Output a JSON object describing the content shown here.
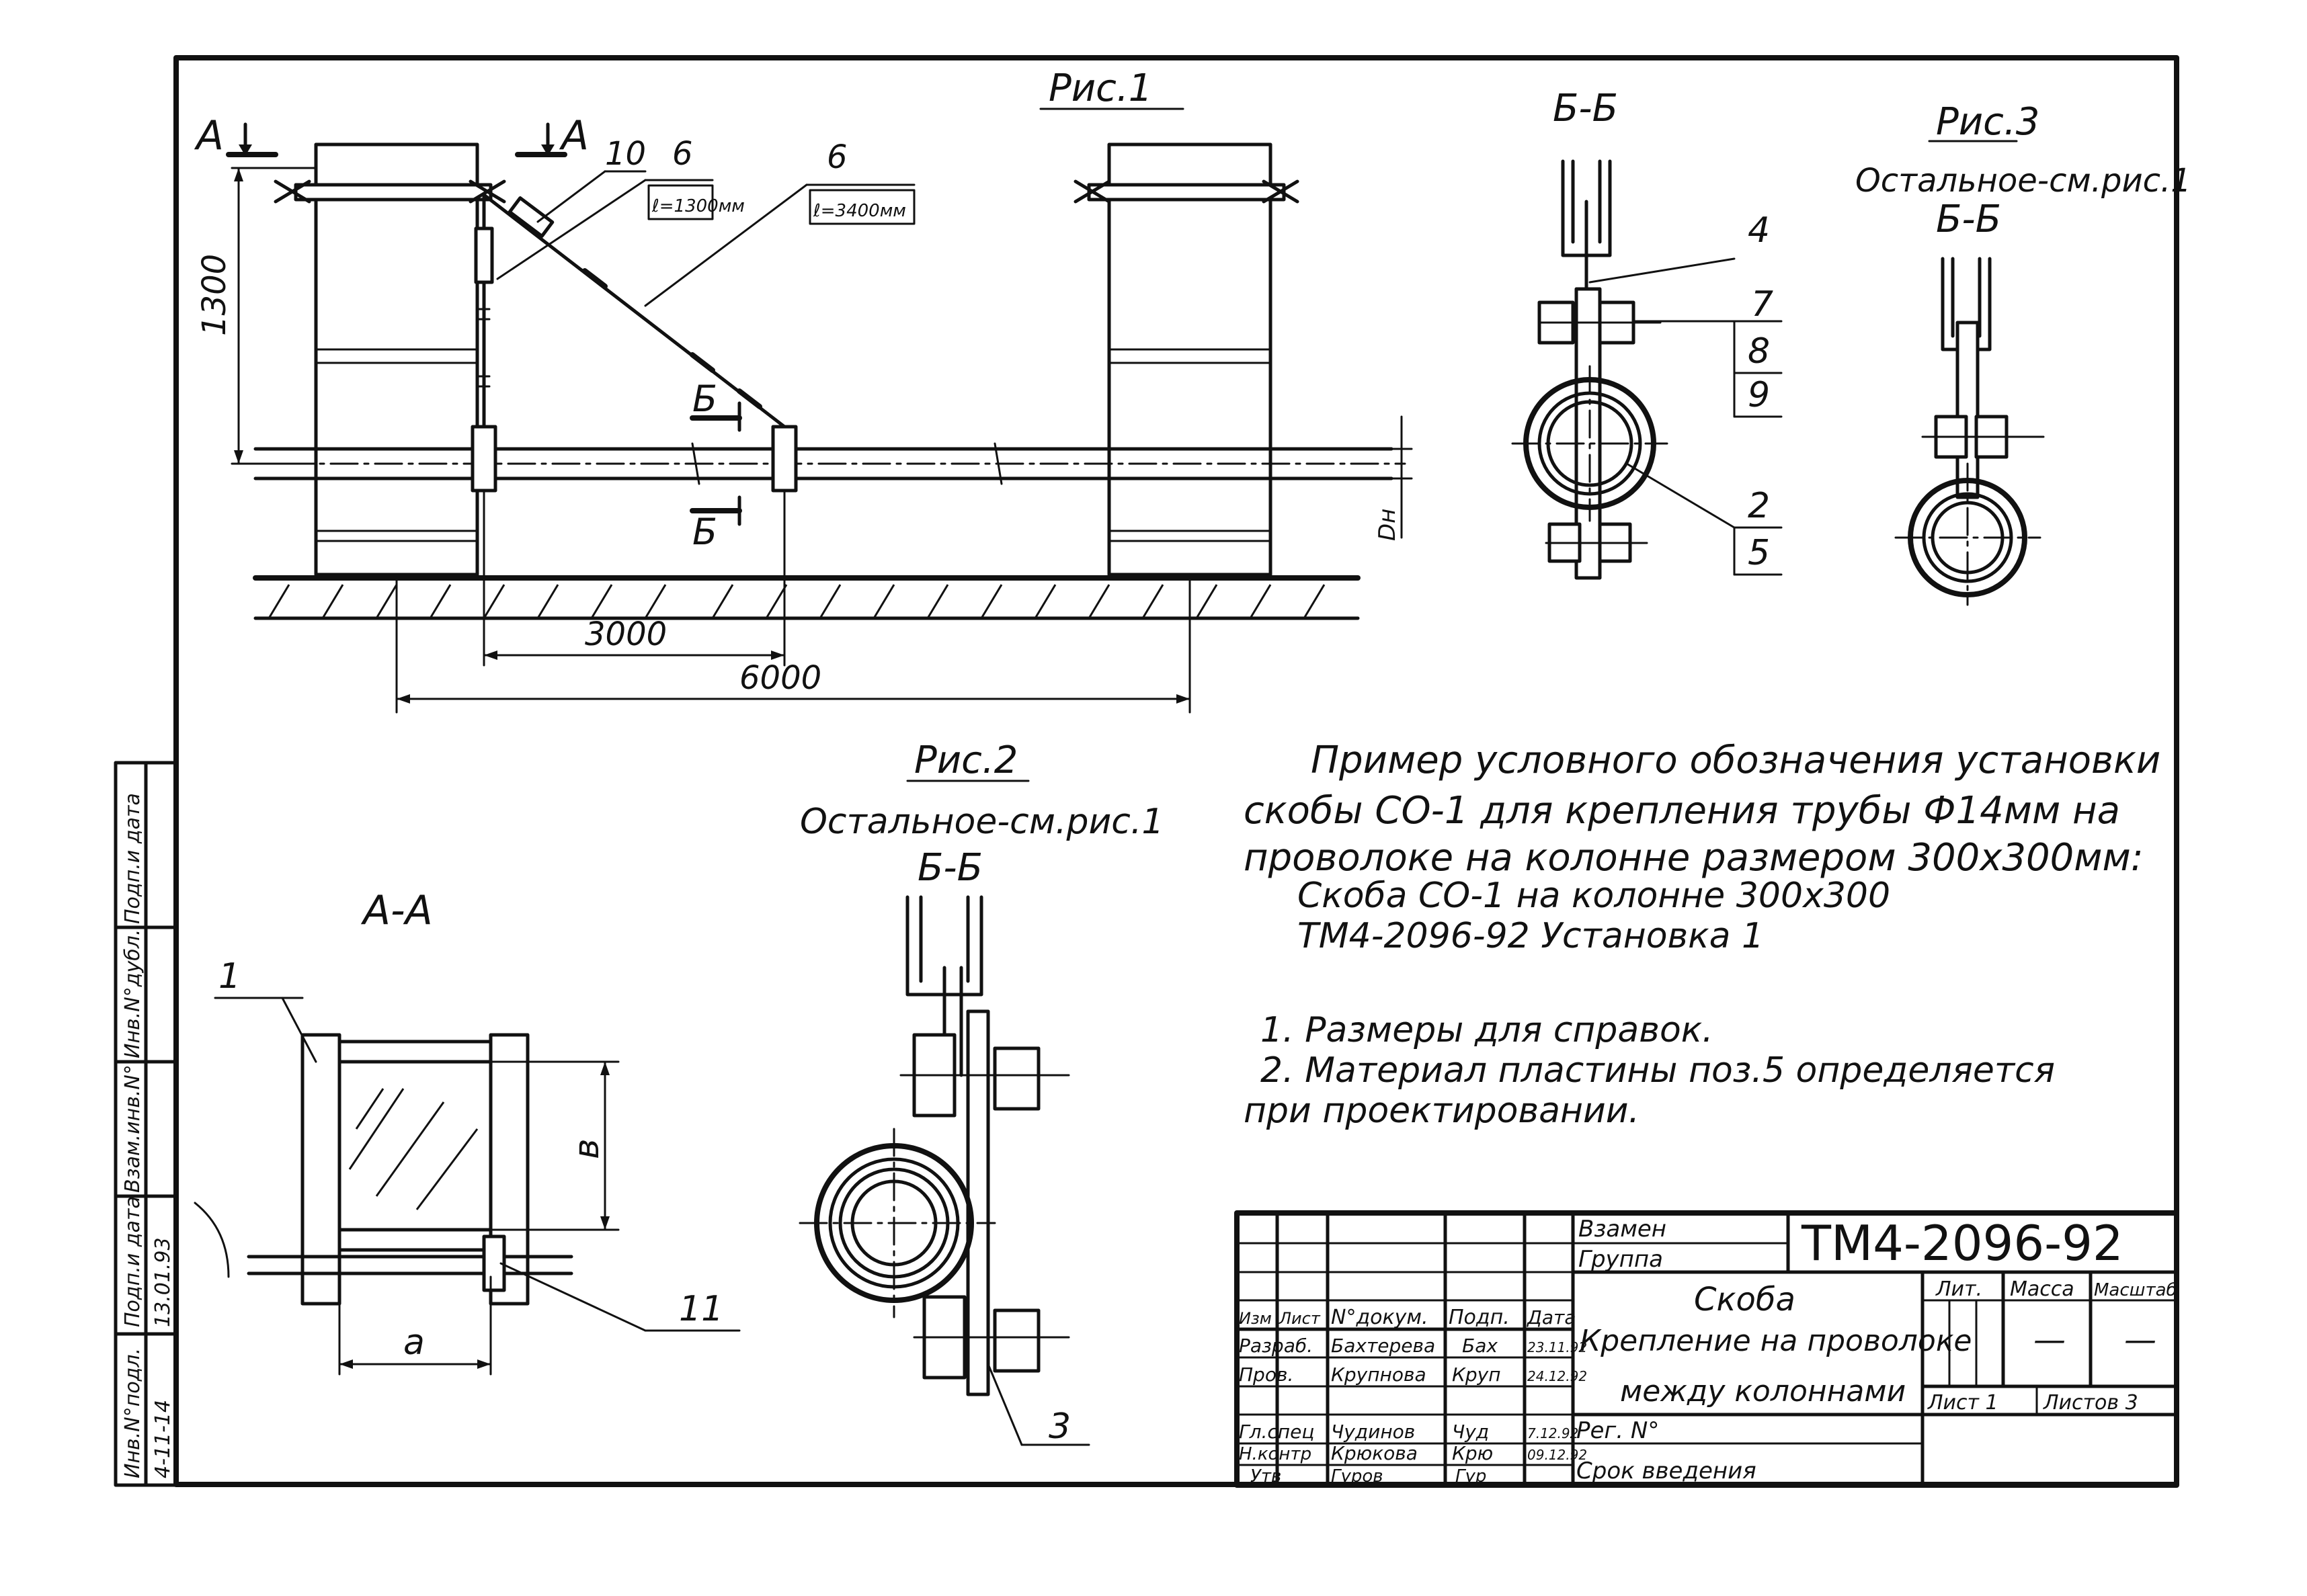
{
  "figures": {
    "fig1": "Рис.1",
    "fig2": "Рис.2",
    "fig3": "Рис.3",
    "rest_fig1_2": "Остальное-см.рис.1",
    "rest_fig1_3": "Остальное-см.рис.1",
    "section_bb_1": "Б-Б",
    "section_bb_2": "Б-Б",
    "section_bb_3": "Б-Б",
    "section_aa": "А-А"
  },
  "fig1_labels": {
    "cut_a_left": "А",
    "cut_a_right": "А",
    "cut_b_top": "Б",
    "cut_b_bottom": "Б",
    "pos10": "10",
    "pos6a": "6",
    "pos6b": "6",
    "len_a": "ℓ=1300мм",
    "len_b": "ℓ=3400мм",
    "dim_1300": "1300",
    "dim_3000": "3000",
    "dim_6000": "6000",
    "dim_dn": "Dн"
  },
  "bb_labels": {
    "p4": "4",
    "p7": "7",
    "p8": "8",
    "p9": "9",
    "p2": "2",
    "p5": "5",
    "p3": "3"
  },
  "aa_labels": {
    "p1": "1",
    "p11": "11",
    "dim_b": "в",
    "dim_a": "а"
  },
  "example": {
    "line1": "Пример условного обозначения установки",
    "line2": "скобы СО-1 для крепления трубы Ф14мм на",
    "line3": "проволоке на колонне размером 300х300мм:",
    "line4": "Скоба СО-1 на колонне 300х300",
    "line5": "ТМ4-2096-92 Установка 1"
  },
  "notes": {
    "n1": "1. Размеры для справок.",
    "n2": "2. Материал пластины поз.5 определяется",
    "n3": "при проектировании."
  },
  "side_stamp": {
    "c1": "Инв.N°подл.",
    "c2": "Подп.и дата",
    "c3": "Взам.инв.N°",
    "c4": "Инв.N°дубл.",
    "c5": "Подп.и дата",
    "v1": "4-11-14",
    "v2": "13.01.93"
  },
  "title_block": {
    "vzamen": "Взамен",
    "gruppa": "Группа",
    "doc_number": "ТМ4-2096-92",
    "name1": "Скоба",
    "name2": "Крепление на проволоке",
    "name3": "между колоннами",
    "h_izm": "Изм",
    "h_list": "Лист",
    "h_ndok": "N°докум.",
    "h_podp": "Подп.",
    "h_data": "Дата",
    "r1_role": "Разраб.",
    "r1_name": "Бахтерева",
    "r1_sign": "Бах",
    "r1_date": "23.11.92",
    "r2_role": "Пров.",
    "r2_name": "Крупнова",
    "r2_sign": "Круп",
    "r2_date": "24.12.92",
    "r3_role": "Гл.спец",
    "r3_name": "Чудинов",
    "r3_sign": "Чуд",
    "r3_date": "7.12.92",
    "r4_role": "Н.контр",
    "r4_name": "Крюкова",
    "r4_sign": "Крю",
    "r4_date": "09.12.92",
    "r5_role": "Утв",
    "r5_name": "Гуров",
    "r5_sign": "Гур",
    "reg": "Рег. N°",
    "srok": "Срок введения",
    "lit": "Лит.",
    "massa": "Масса",
    "masshtab": "Масштаб",
    "mass_val": "—",
    "scale_val": "—",
    "sheet": "Лист 1",
    "sheets": "Листов 3"
  }
}
